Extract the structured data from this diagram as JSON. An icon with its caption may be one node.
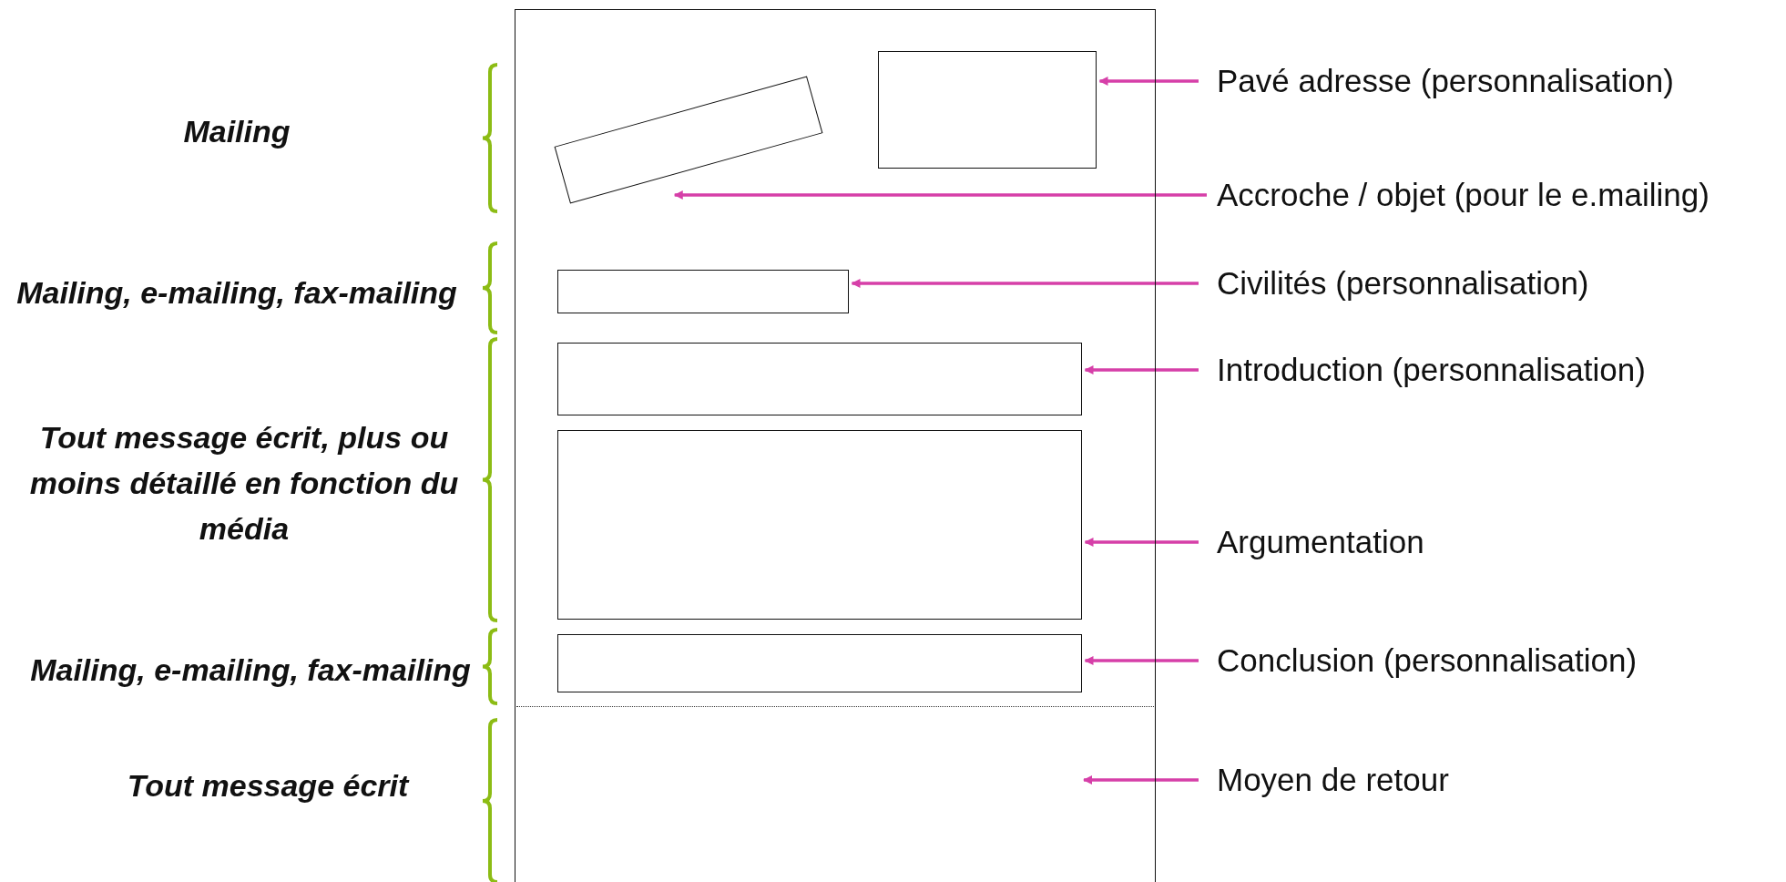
{
  "diagram": {
    "nodes": [
      {
        "text": [],
        "shape": "box"
      },
      {
        "text": [],
        "shape": "box",
        "in": 0
      },
      {
        "text": [],
        "shape": "box",
        "in": 0
      },
      {
        "text": [],
        "shape": "box",
        "in": 0
      },
      {
        "text": [],
        "shape": "box",
        "in": 0
      },
      {
        "text": [],
        "shape": "box",
        "in": 0
      },
      {
        "text": [],
        "shape": "box",
        "in": 0
      },
      {
        "text": [
          "Pavé adresse (personnalisation)"
        ]
      },
      {
        "text": [
          "Accroche / objet (pour le e.mailing)"
        ]
      },
      {
        "text": [
          "Civilités (personnalisation)"
        ]
      },
      {
        "text": [
          "Introduction (personnalisation)"
        ]
      },
      {
        "text": [
          "Argumentation"
        ]
      },
      {
        "text": [
          "Conclusion (personnalisation)"
        ]
      },
      {
        "text": [
          "Moyen de retour"
        ]
      }
    ],
    "edges": [
      {
        "from": 7,
        "to": 2,
        "arrow": "to"
      },
      {
        "from": 8,
        "to": 1,
        "arrow": "to"
      },
      {
        "from": 9,
        "to": 3,
        "arrow": "to"
      },
      {
        "from": 10,
        "to": 4,
        "arrow": "to"
      },
      {
        "from": 11,
        "to": 5,
        "arrow": "to"
      },
      {
        "from": 12,
        "to": 6,
        "arrow": "to"
      },
      {
        "from": 13,
        "to": null,
        "arrow": "to"
      }
    ],
    "labels": [
      "Mailing",
      "Mailing, e-mailing, fax-mailing",
      "Tout message écrit, plus ou moins détaillé en fonction du média",
      "Mailing, e-mailing, fax-mailing",
      "Tout message écrit"
    ]
  }
}
